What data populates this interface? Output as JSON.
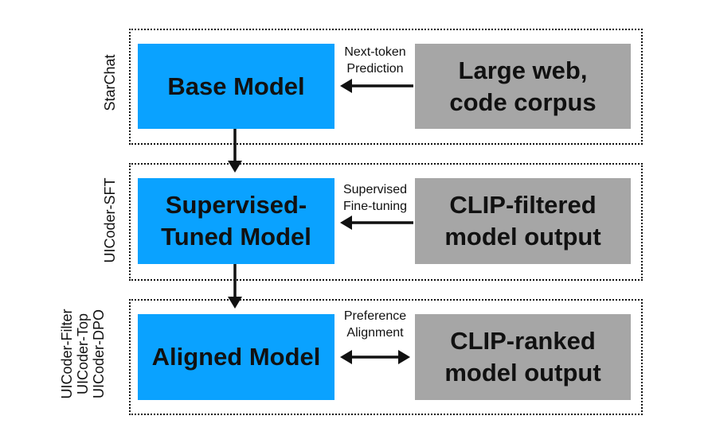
{
  "stages": [
    {
      "label_lines": [
        "StarChat"
      ],
      "model_lines": [
        "Base Model"
      ],
      "data_lines": [
        "Large web,",
        "code corpus"
      ],
      "edge_lines": [
        "Next-token",
        "Prediction"
      ],
      "edge_type": "one-way"
    },
    {
      "label_lines": [
        "UICoder-SFT"
      ],
      "model_lines": [
        "Supervised-",
        "Tuned Model"
      ],
      "data_lines": [
        "CLIP-filtered",
        "model output"
      ],
      "edge_lines": [
        "Supervised",
        "Fine-tuning"
      ],
      "edge_type": "one-way"
    },
    {
      "label_lines": [
        "UICoder-Filter",
        "UICoder-Top",
        "UICoder-DPO"
      ],
      "model_lines": [
        "Aligned Model"
      ],
      "data_lines": [
        "CLIP-ranked",
        "model output"
      ],
      "edge_lines": [
        "Preference",
        "Alignment"
      ],
      "edge_type": "two-way"
    }
  ],
  "colors": {
    "model_box": "#0aa2ff",
    "data_box": "#a6a6a6",
    "stroke": "#111111"
  }
}
